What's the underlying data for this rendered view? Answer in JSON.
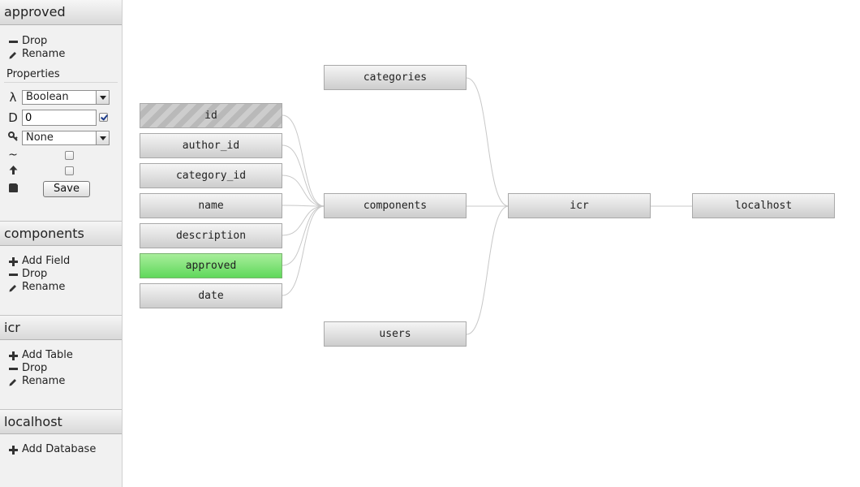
{
  "sidebar": {
    "field_section": {
      "title": "approved",
      "actions": [
        "Drop",
        "Rename"
      ],
      "properties_label": "Properties",
      "type_icon": "λ",
      "type_value": "Boolean",
      "default_icon": "D",
      "default_value": "0",
      "default_checked": true,
      "key_value": "None",
      "nullable_checked": false,
      "autoincrement_checked": false,
      "save_label": "Save"
    },
    "table_section": {
      "title": "components",
      "actions": [
        "Add Field",
        "Drop",
        "Rename"
      ]
    },
    "db_section": {
      "title": "icr",
      "actions": [
        "Add Table",
        "Drop",
        "Rename"
      ]
    },
    "server_section": {
      "title": "localhost",
      "actions": [
        "Add Database"
      ]
    }
  },
  "graph": {
    "fields": [
      "id",
      "author_id",
      "category_id",
      "name",
      "description",
      "approved",
      "date"
    ],
    "primary_key_field": "id",
    "selected_field": "approved",
    "tables": [
      "categories",
      "components",
      "users"
    ],
    "database": "icr",
    "server": "localhost"
  },
  "colors": {
    "selected_node": "#6edc62",
    "node": "#dcdcdc",
    "wire": "#c8c8c8"
  }
}
